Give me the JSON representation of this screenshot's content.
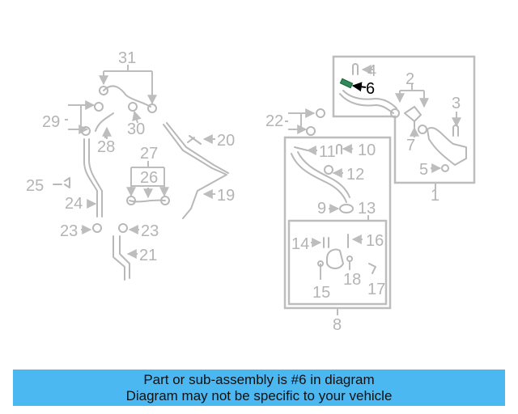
{
  "callouts": {
    "c1": "1",
    "c2": "2",
    "c3": "3",
    "c4": "4",
    "c5": "5",
    "c6": "6",
    "c7": "7",
    "c8": "8",
    "c9": "9",
    "c10": "10",
    "c11": "11",
    "c12": "12",
    "c13": "13",
    "c14": "14",
    "c15": "15",
    "c16": "16",
    "c17": "17",
    "c18": "18",
    "c19": "19",
    "c20": "20",
    "c21": "21",
    "c22": "22",
    "c23a": "23",
    "c23b": "23",
    "c24": "24",
    "c25": "25",
    "c26": "26",
    "c27": "27",
    "c28": "28",
    "c29": "29",
    "c30": "30",
    "c31": "31"
  },
  "highlighted_part": "6",
  "colors": {
    "banner": "#4cb8f2",
    "highlight": "#000000",
    "parts": "#b8b8b8",
    "accent_part": "#2e8b57"
  },
  "banner": {
    "line1": "Part or sub-assembly is #6 in diagram",
    "line2": "Diagram may not be specific to your vehicle"
  }
}
